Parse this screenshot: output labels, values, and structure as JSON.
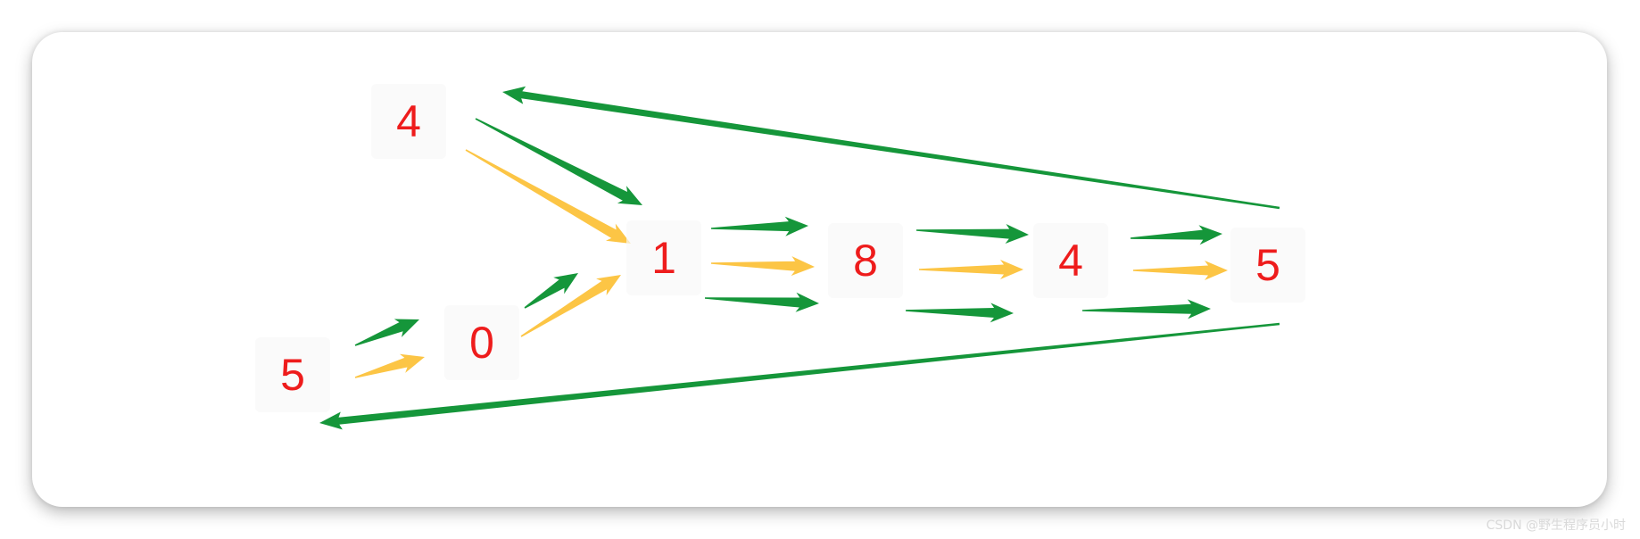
{
  "nodes": [
    {
      "id": "n4a",
      "label": "4"
    },
    {
      "id": "n5a",
      "label": "5"
    },
    {
      "id": "n0",
      "label": "0"
    },
    {
      "id": "n1",
      "label": "1"
    },
    {
      "id": "n8",
      "label": "8"
    },
    {
      "id": "n4b",
      "label": "4"
    },
    {
      "id": "n5b",
      "label": "5"
    }
  ],
  "colors": {
    "node_text": "#ee1c1c",
    "green": "#15963a",
    "yellow": "#fcc545"
  },
  "watermark": "CSDN @野生程序员小时"
}
